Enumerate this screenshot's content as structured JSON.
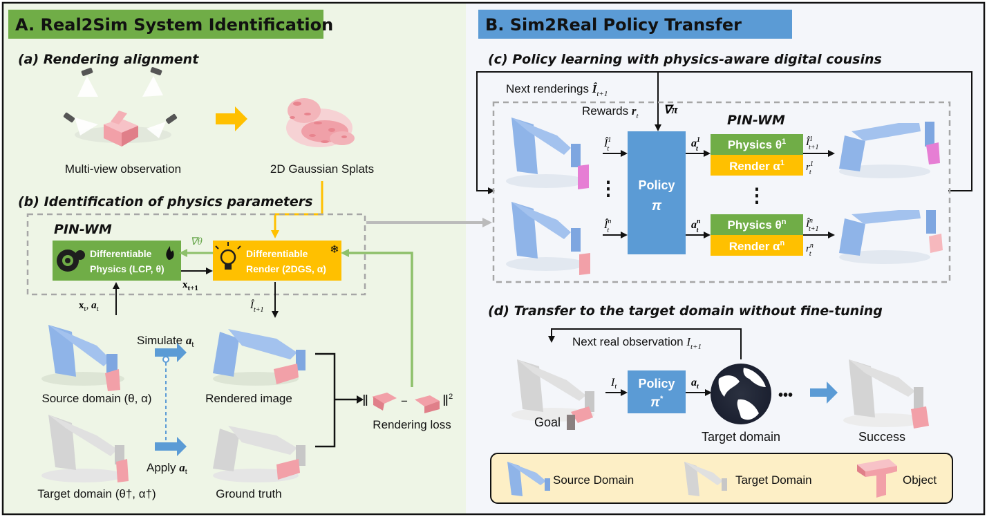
{
  "panelA": {
    "title": "A. Real2Sim System Identification",
    "sub_a": "(a) Rendering alignment",
    "multiview_label": "Multi-view observation",
    "gaussian_label": "2D Gaussian Splats",
    "sub_b": "(b) Identification of physics parameters",
    "pinwm": "PIN-WM",
    "diff_physics_1": "Differentiable",
    "diff_physics_2": "Physics (LCP, θ)",
    "diff_render_1": "Differentiable",
    "diff_render_2": "Render (2DGS, α)",
    "grad_theta": "∇θ",
    "x_next": "x",
    "x_next_sub": "t+1",
    "x_in": "x",
    "x_in_sub": "t",
    "a_in": "a",
    "a_in_sub": "t",
    "i_hat": "Î",
    "i_hat_sub": "t+1",
    "simulate": "Simulate ",
    "simulate_a": "a",
    "simulate_sub": "t",
    "apply": "Apply ",
    "apply_a": "a",
    "apply_sub": "t",
    "source_domain": "Source domain (θ, α)",
    "target_domain": "Target domain (θ†, α†)",
    "rendered_image": "Rendered image",
    "ground_truth": "Ground truth",
    "rendering_loss": "Rendering loss",
    "norm_open": "‖",
    "norm_minus": "−",
    "norm_close": "‖",
    "norm_sq": "2"
  },
  "panelB": {
    "title": "B. Sim2Real Policy Transfer",
    "sub_c": "(c) Policy learning with physics-aware digital cousins",
    "next_renderings": "Next renderings ",
    "next_renderings_sym": "Î",
    "next_renderings_sub": "t+1",
    "rewards": "Rewards ",
    "rewards_sym": "r",
    "rewards_sub": "t",
    "grad_pi": "∇π",
    "pinwm": "PIN-WM",
    "policy": "Policy",
    "policy_sym": "π",
    "physics1": "Physics θ",
    "physics1_sup": "1",
    "render1": "Render α",
    "render1_sup": "1",
    "physicsn": "Physics θ",
    "physicsn_sup": "n",
    "rendern": "Render α",
    "rendern_sup": "n",
    "i1": "Î",
    "i1_sup": "1",
    "i1_sub": "t",
    "in": "Î",
    "in_sup": "n",
    "in_sub": "t",
    "a1": "a",
    "a1_sup": "1",
    "a1_sub": "t",
    "an": "a",
    "an_sup": "n",
    "an_sub": "t",
    "o1": "Î",
    "o1_sup": "1",
    "o1_sub": "t+1",
    "on": "Î",
    "on_sup": "n",
    "on_sub": "t+1",
    "r1": "r",
    "r1_sup": "1",
    "r1_sub": "t",
    "rn": "r",
    "rn_sup": "n",
    "rn_sub": "t",
    "dots": "⋮",
    "sub_d": "(d) Transfer to the target domain without fine-tuning",
    "next_real": "Next real observation ",
    "next_real_sym": "I",
    "next_real_sub": "t+1",
    "policy_star": "Policy",
    "policy_star_sym": "π",
    "policy_star_sup": "*",
    "it": "I",
    "it_sub": "t",
    "at": "a",
    "at_sub": "t",
    "goal": "Goal",
    "target_domain": "Target domain",
    "success": "Success",
    "hdots": "•••"
  },
  "legend": {
    "source": "Source Domain",
    "target": "Target Domain",
    "object": "Object"
  },
  "colors": {
    "green_bg": "#eef5e6",
    "green": "#70ad47",
    "yellow": "#ffc000",
    "blue": "#5b9bd5",
    "robot_blue": "#8fb4e8",
    "robot_gray": "#d4d4d4",
    "object_pink": "#f2a0a8",
    "legend_bg": "#fdefc6"
  }
}
